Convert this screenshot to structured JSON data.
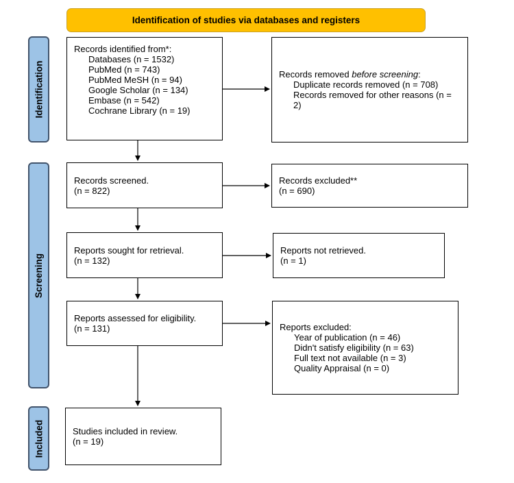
{
  "header": {
    "title": "Identification of studies via databases and registers"
  },
  "phases": {
    "identification": "Identification",
    "screening": "Screening",
    "included": "Included"
  },
  "boxes": {
    "records_identified": {
      "title": "Records identified from*:",
      "items": [
        "Databases (n = 1532)",
        "PubMed (n = 743)",
        "PubMed MeSH (n = 94)",
        "Google Scholar (n = 134)",
        "Embase (n = 542)",
        "Cochrane Library (n = 19)"
      ]
    },
    "records_removed": {
      "title_prefix": "Records removed ",
      "title_emphasis": "before screening",
      "title_suffix": ":",
      "items": [
        "Duplicate records removed (n = 708)",
        "Records removed for other reasons (n = 2)"
      ]
    },
    "records_screened": {
      "line1": "Records screened.",
      "line2": "(n = 822)"
    },
    "records_excluded": {
      "line1": "Records excluded**",
      "line2": "(n = 690)"
    },
    "reports_sought": {
      "line1": "Reports sought for retrieval.",
      "line2": "(n = 132)"
    },
    "reports_not_retrieved": {
      "line1": "Reports not retrieved.",
      "line2": "(n = 1)"
    },
    "reports_assessed": {
      "line1": "Reports assessed for eligibility.",
      "line2": "(n = 131)"
    },
    "reports_excluded": {
      "title": "Reports excluded:",
      "items": [
        "Year of publication (n = 46)",
        "Didn't satisfy eligibility (n = 63)",
        "Full text not available (n = 3)",
        "Quality Appraisal (n = 0)"
      ]
    },
    "studies_included": {
      "line1": "Studies included in review.",
      "line2": "(n = 19)"
    }
  }
}
